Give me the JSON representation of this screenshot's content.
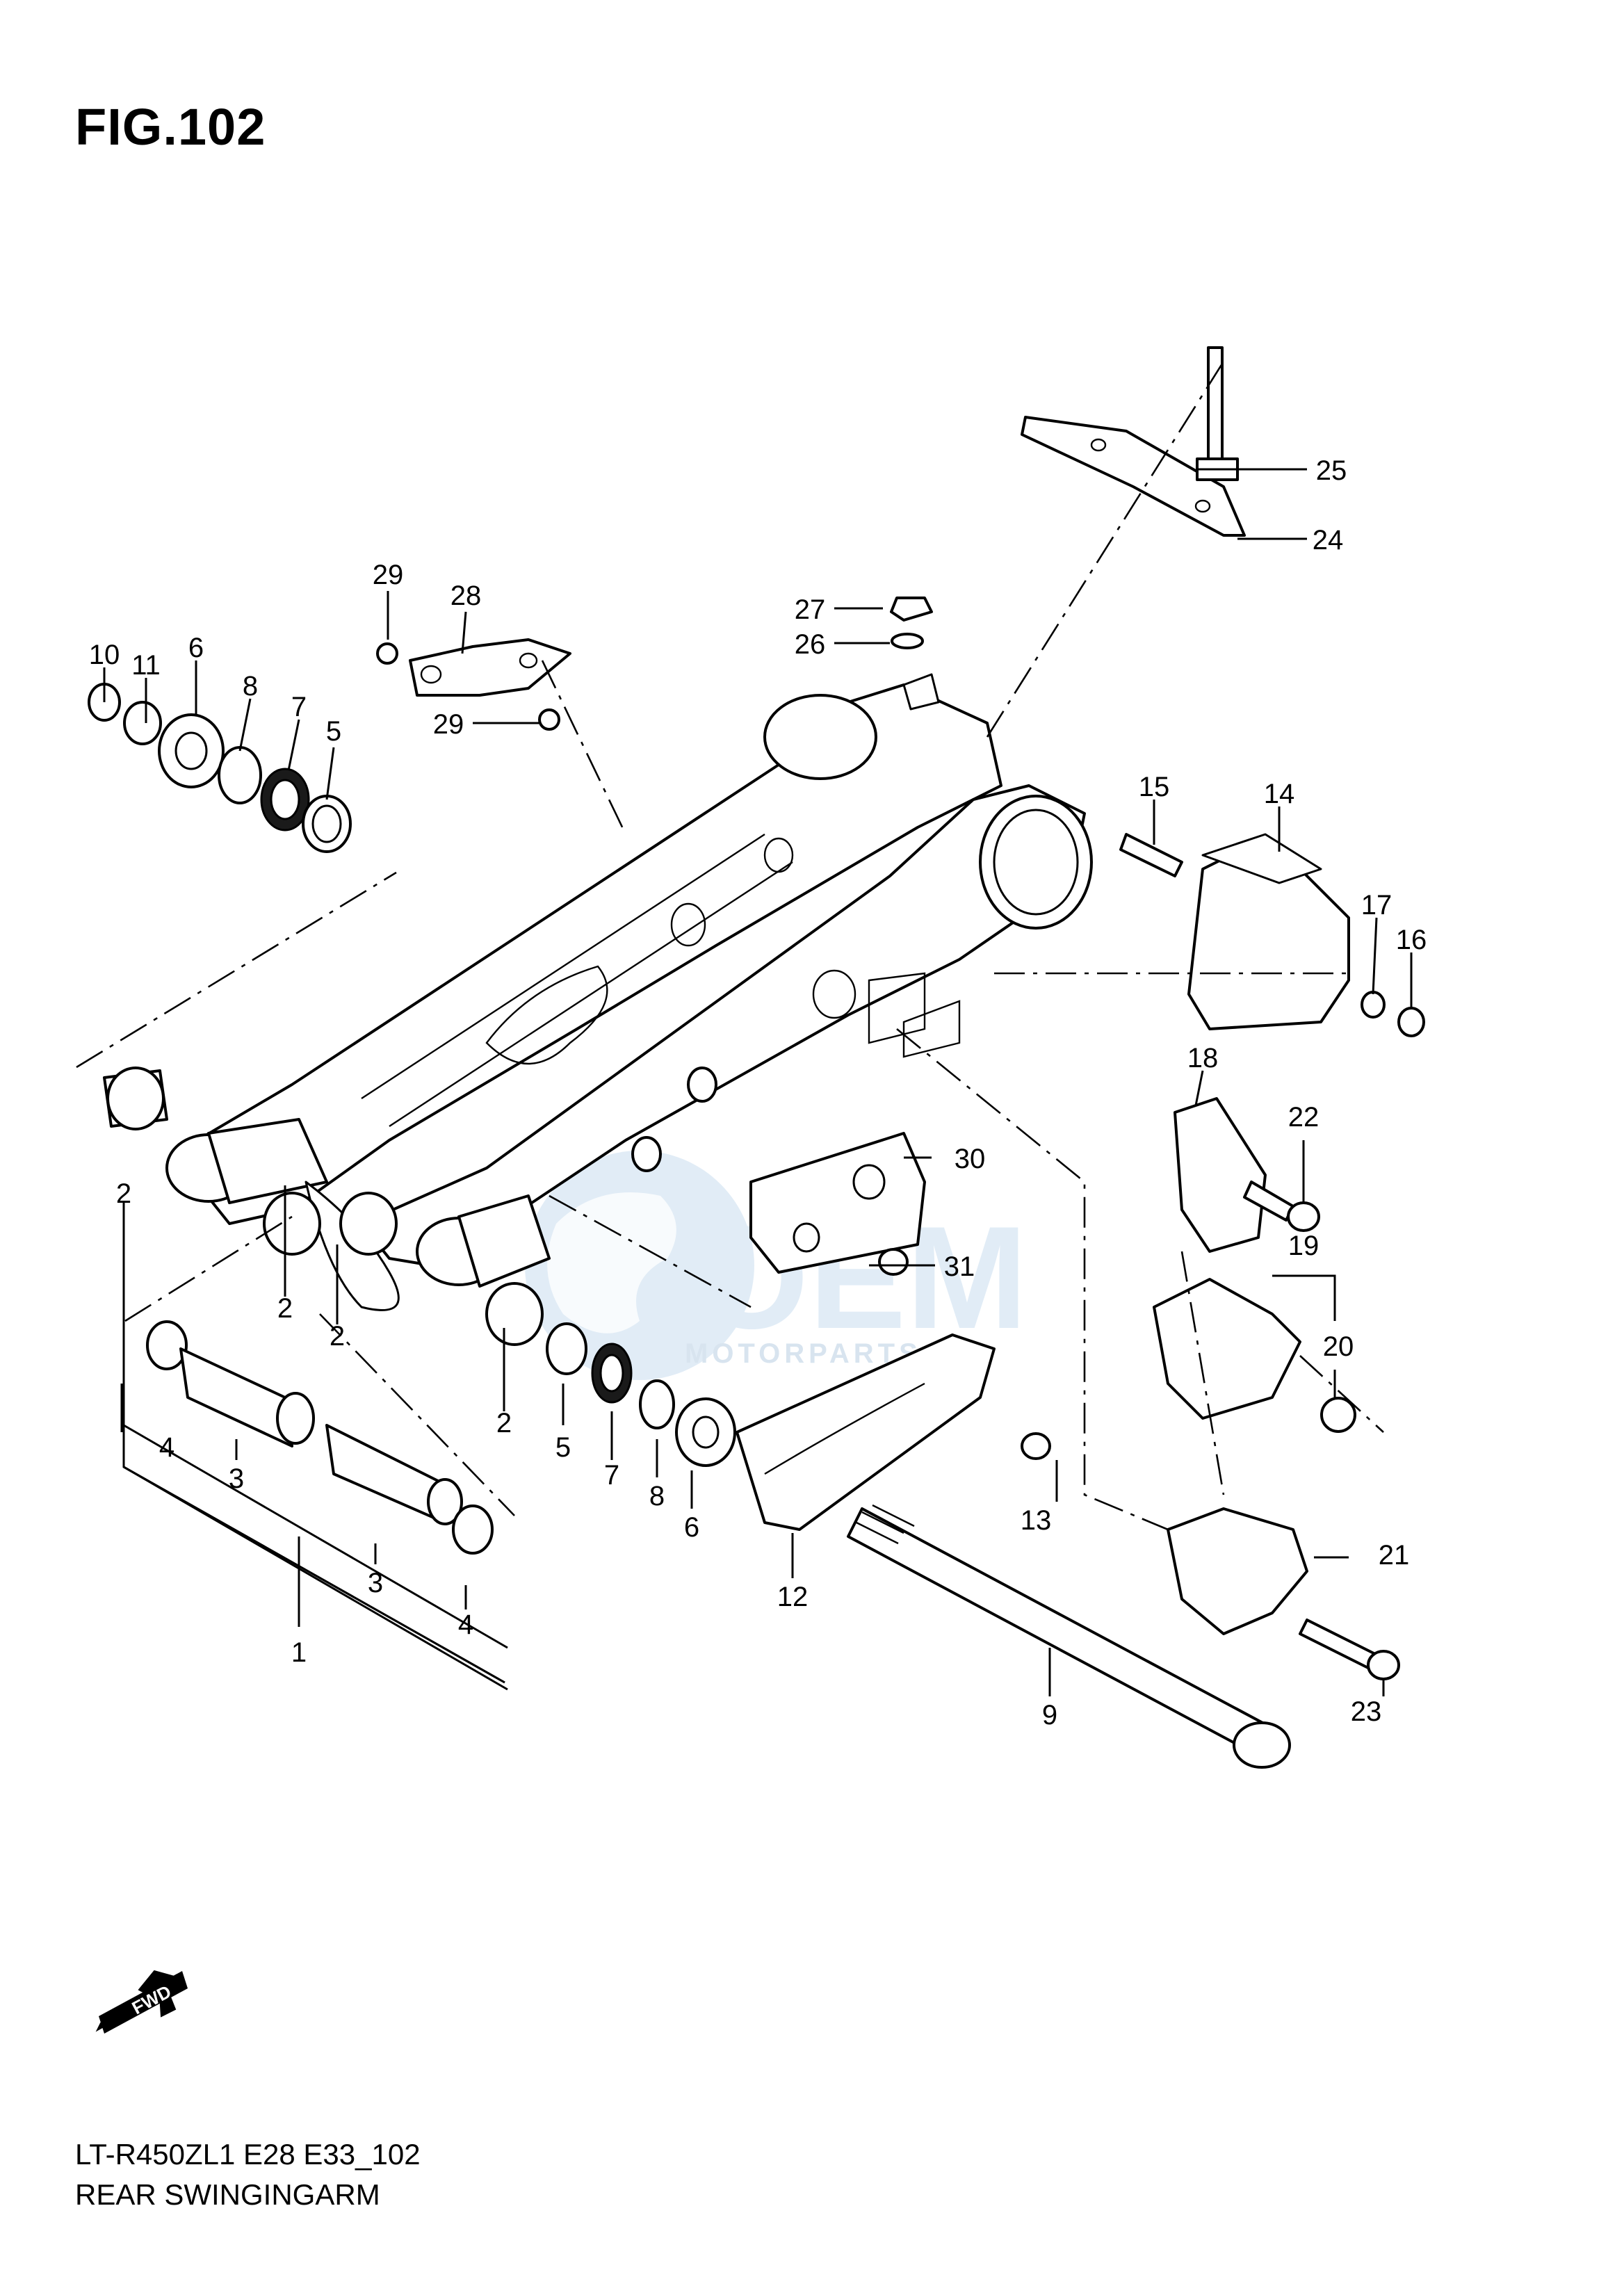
{
  "figure": {
    "title": "FIG.102"
  },
  "callouts": [
    "1",
    "2",
    "3",
    "4",
    "5",
    "6",
    "7",
    "8",
    "9",
    "10",
    "11",
    "12",
    "13",
    "14",
    "15",
    "16",
    "17",
    "18",
    "19",
    "20",
    "21",
    "22",
    "23",
    "24",
    "25",
    "26",
    "27",
    "28",
    "29",
    "30",
    "31"
  ],
  "callout_labels": {
    "c1": "1",
    "c2a": "2",
    "c2b": "2",
    "c2c": "2",
    "c2d": "2",
    "c3a": "3",
    "c3b": "3",
    "c4a": "4",
    "c4b": "4",
    "c5a": "5",
    "c5b": "5",
    "c6a": "6",
    "c6b": "6",
    "c7a": "7",
    "c7b": "7",
    "c8a": "8",
    "c8b": "8",
    "c9": "9",
    "c10": "10",
    "c11": "11",
    "c12": "12",
    "c13": "13",
    "c14": "14",
    "c15": "15",
    "c16": "16",
    "c17": "17",
    "c18": "18",
    "c19": "19",
    "c20": "20",
    "c21": "21",
    "c22": "22",
    "c23": "23",
    "c24": "24",
    "c25": "25",
    "c26": "26",
    "c27": "27",
    "c28": "28",
    "c29a": "29",
    "c29b": "29",
    "c30": "30",
    "c31": "31"
  },
  "direction_arrow": {
    "label": "FWD",
    "icon": "forward-arrow-icon"
  },
  "watermark": {
    "brand": "OEM",
    "subtitle": "MOTORPARTS"
  },
  "footer": {
    "model_code": "LT-R450ZL1 E28 E33_102",
    "section_name": "REAR SWINGINGARM"
  },
  "colors": {
    "ink": "#000000",
    "background": "#ffffff",
    "watermark_blue": "#c9def0"
  }
}
